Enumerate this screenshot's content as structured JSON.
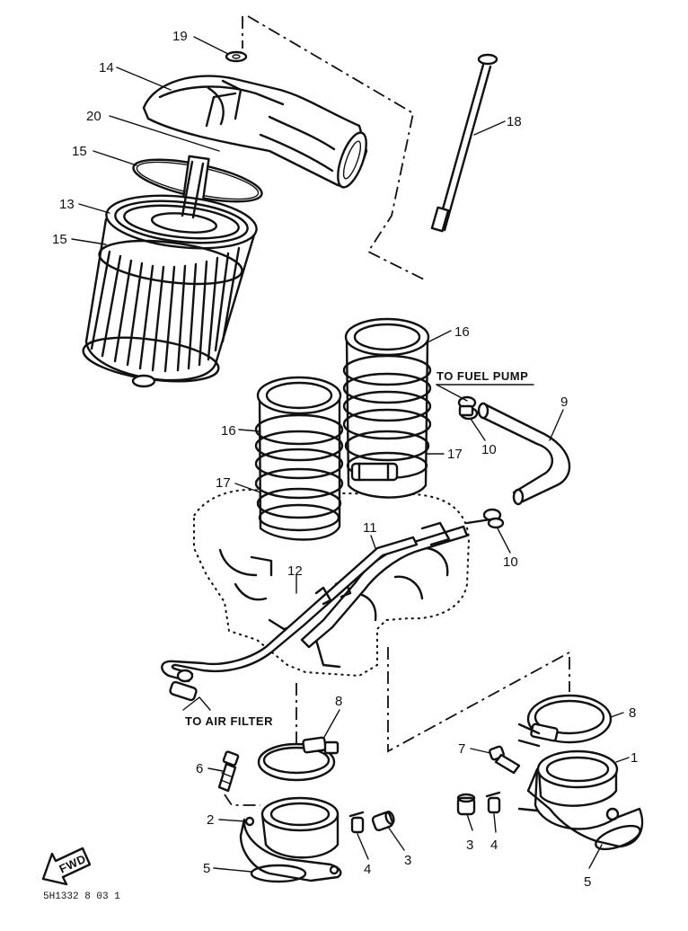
{
  "diagram": {
    "callouts": {
      "c19": "19",
      "c14": "14",
      "c20": "20",
      "c15a": "15",
      "c13": "13",
      "c15b": "15",
      "c18": "18",
      "c16a": "16",
      "c16b": "16",
      "c9": "9",
      "c10a": "10",
      "c17a": "17",
      "c17b": "17",
      "c11": "11",
      "c12": "12",
      "c10b": "10",
      "c8a": "8",
      "c8b": "8",
      "c1": "1",
      "c7": "7",
      "c6": "6",
      "c2": "2",
      "c3a": "3",
      "c4a": "4",
      "c3b": "3",
      "c4b": "4",
      "c5a": "5",
      "c5b": "5"
    },
    "labels": {
      "to_fuel_pump": "TO FUEL PUMP",
      "to_air_filter": "TO AIR FILTER",
      "fwd": "FWD",
      "ref_code": "5H1332 8 03 1"
    }
  }
}
